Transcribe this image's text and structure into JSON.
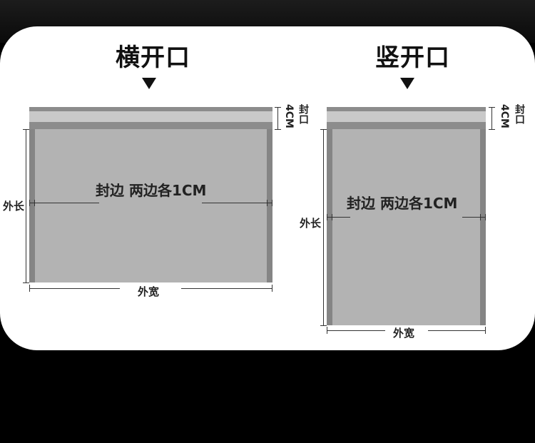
{
  "layout_left": {
    "title": "横开口",
    "seal_label": "封边 两边各1CM",
    "length_label": "外长",
    "width_label": "外宽",
    "opening_label": "封口",
    "opening_size": "4CM"
  },
  "layout_right": {
    "title": "竖开口",
    "seal_label": "封边 两边各1CM",
    "length_label": "外长",
    "width_label": "外宽",
    "opening_label": "封口",
    "opening_size": "4CM"
  },
  "colors": {
    "bag_fill": "#b3b3b3",
    "seal_edge": "#858585",
    "strip_light": "#c9c9c9",
    "strip_dark": "#8c8c8c"
  },
  "icons": [
    "down-triangle-icon",
    "down-triangle-icon"
  ]
}
